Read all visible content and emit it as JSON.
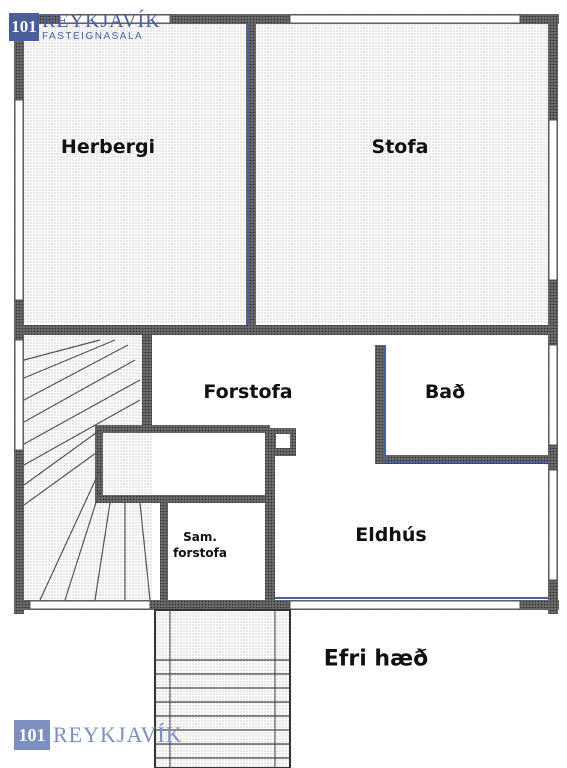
{
  "logo_top": {
    "mark": "101",
    "name": "REYKJAVÍK",
    "sub": "FASTEIGNASALA"
  },
  "logo_bottom": {
    "mark": "101",
    "name": "REYKJAVÍK"
  },
  "rooms": {
    "herbergi": "Herbergi",
    "stofa": "Stofa",
    "forstofa": "Forstofa",
    "bad": "Bað",
    "eldhus": "Eldhús",
    "sam_forstofa_1": "Sam.",
    "sam_forstofa_2": "forstofa"
  },
  "floor_label": "Efri hæð",
  "colors": {
    "wall": "#3a3a3a",
    "accent": "#4a5f9a",
    "hatch": "#9a9a9a"
  }
}
